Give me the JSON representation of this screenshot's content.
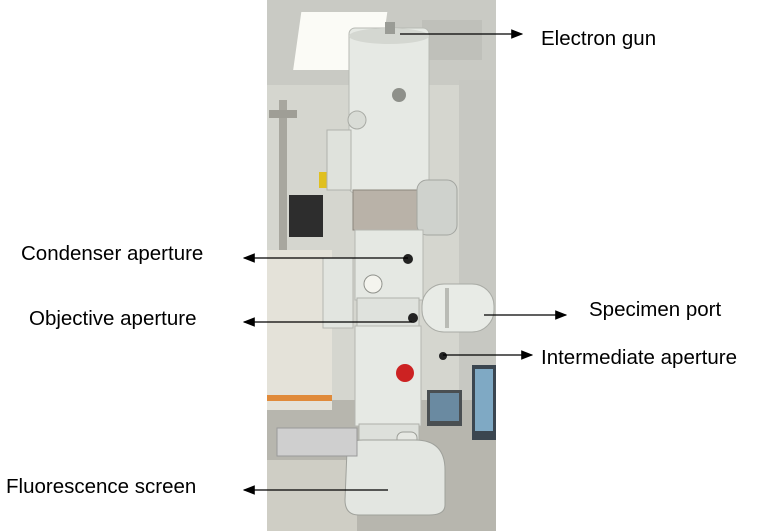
{
  "labels": {
    "electron_gun": "Electron gun",
    "condenser_aperture": "Condenser aperture",
    "objective_aperture": "Objective aperture",
    "specimen_port": "Specimen port",
    "intermediate_aperture": "Intermediate aperture",
    "fluorescence_screen": "Fluorescence screen"
  },
  "colors": {
    "label_text": "#000000",
    "arrow": "#000000",
    "column_body": "#e3e6e1",
    "room_wall": "#dcdcd4"
  }
}
